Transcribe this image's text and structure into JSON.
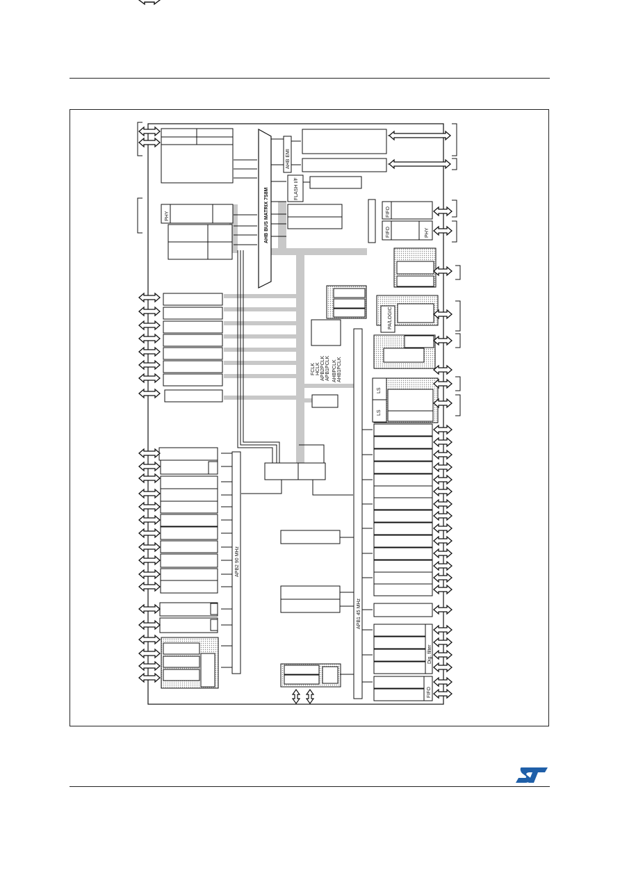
{
  "diagram": {
    "bus_matrix_label": "AHB BUS MATRIX 7S8M",
    "apb2_label": "APB2 90 MHz",
    "apb1_label": "APB1 45 MHz",
    "ahb_emi_label": "AHB EMI",
    "flash_if_label": "FLASH I/F",
    "phy_label": "PHY",
    "fifo_label": "FIFO",
    "ls_label": "LS",
    "pa_logic_label": "PA/LOGIC",
    "dig_filter_label": "Dig. filter",
    "clock_labels": [
      "FCLK",
      "HCLK",
      "APB2PCLK",
      "APB1PCLK",
      "AHBPCLK",
      "AHB1PCLK"
    ]
  },
  "colors": {
    "line": "#111111",
    "bus_gray": "#c8c8c8",
    "shade": "#d9d9d9",
    "logo_blue": "#1f5fa8"
  },
  "logo_icon": "st-logo-icon"
}
